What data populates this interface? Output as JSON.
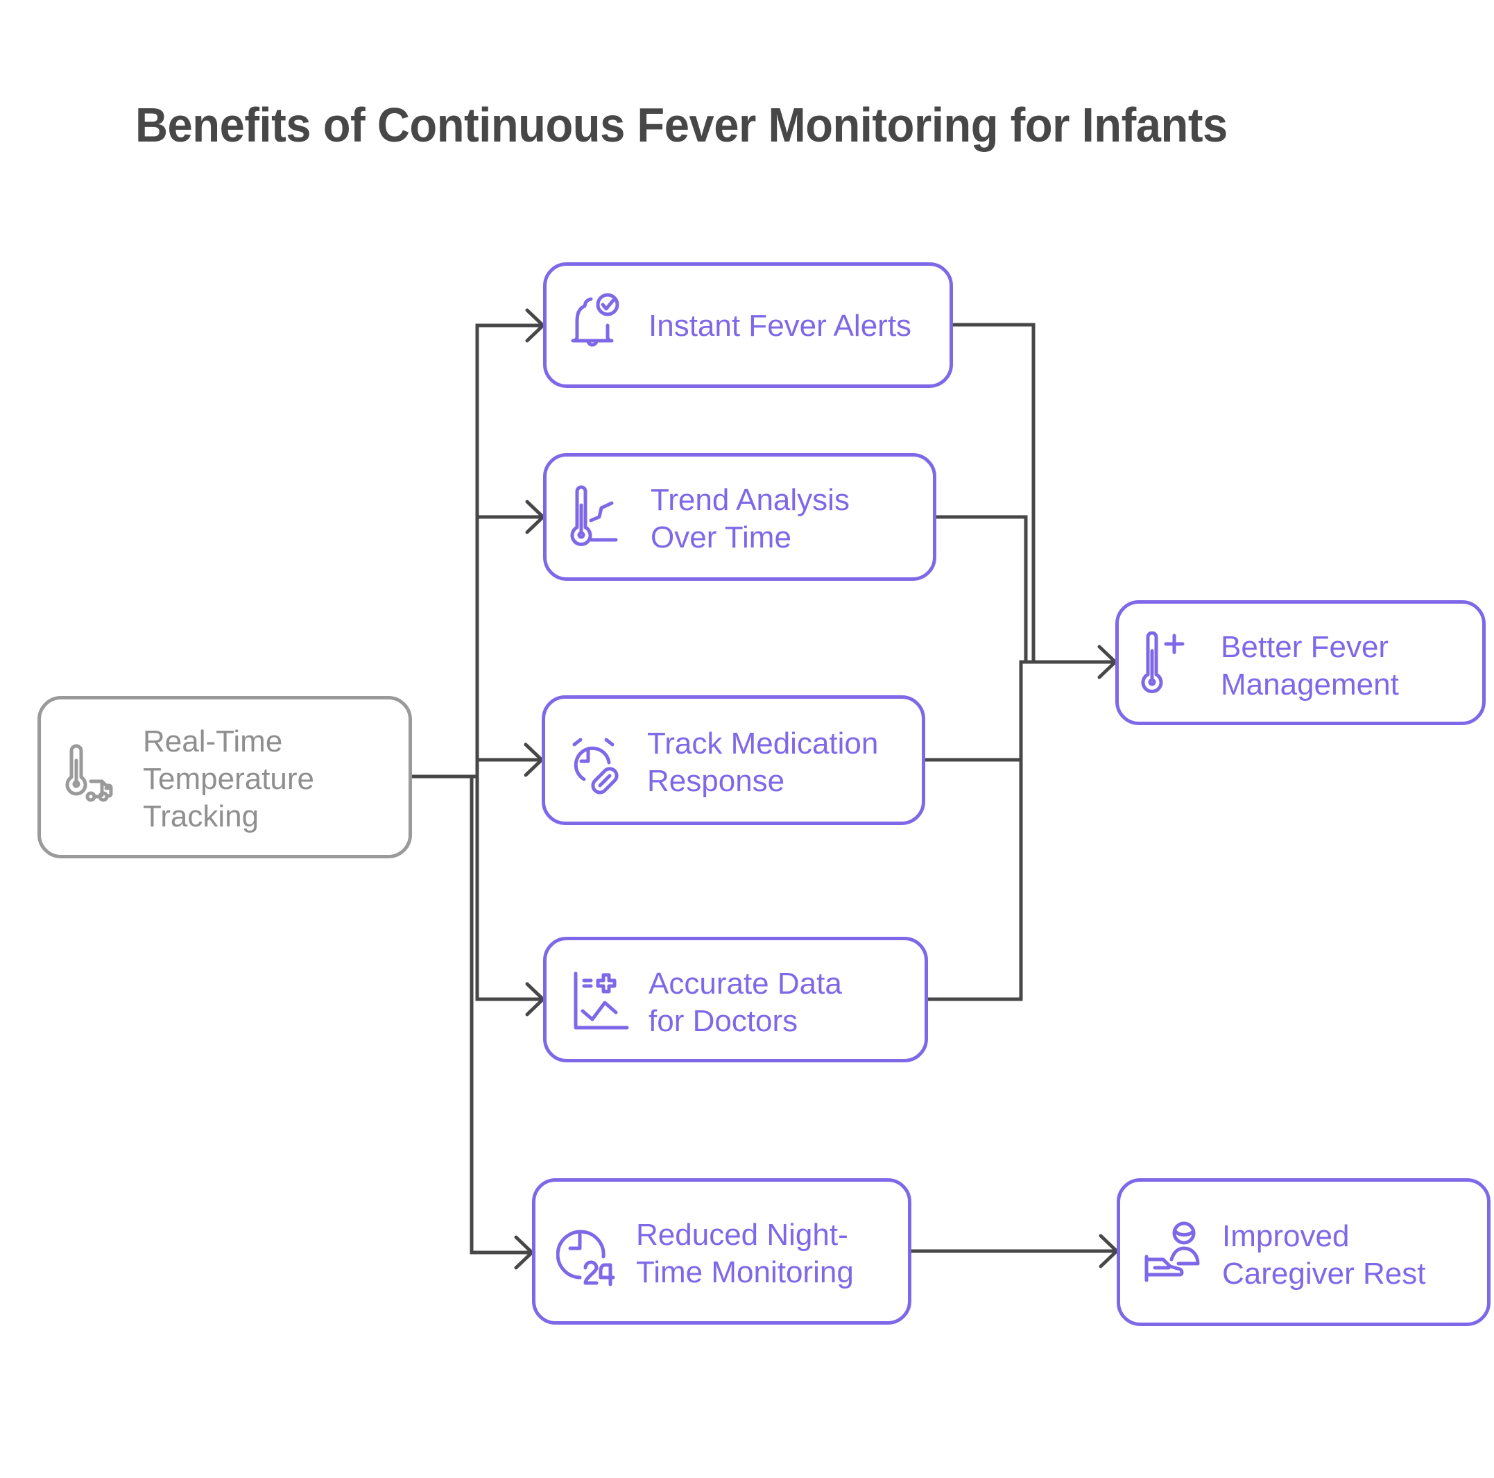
{
  "title": "Benefits of Continuous Fever Monitoring for Infants",
  "colors": {
    "accent": "#7f68e8",
    "source": "#9a9a9a",
    "connector": "#474747",
    "title": "#474747"
  },
  "nodes": {
    "source": {
      "label": "Real-Time\nTemperature\nTracking",
      "icon": "thermometer-truck-icon"
    },
    "instant_alerts": {
      "label": "Instant Fever Alerts",
      "icon": "bell-check-icon"
    },
    "trend_analysis": {
      "label": "Trend Analysis\nOver Time",
      "icon": "thermometer-trend-icon"
    },
    "medication_response": {
      "label": "Track Medication\nResponse",
      "icon": "alarm-clock-pill-icon"
    },
    "accurate_data": {
      "label": "Accurate Data\nfor Doctors",
      "icon": "medical-chart-icon"
    },
    "night_monitoring": {
      "label": "Reduced Night-\nTime Monitoring",
      "icon": "clock-24-icon"
    },
    "fever_management": {
      "label": "Better Fever\nManagement",
      "icon": "thermometer-plus-icon"
    },
    "caregiver_rest": {
      "label": "Improved\nCaregiver Rest",
      "icon": "caregiver-rest-icon"
    }
  },
  "edges": [
    {
      "from": "Real-Time Temperature Tracking",
      "to": "Instant Fever Alerts"
    },
    {
      "from": "Real-Time Temperature Tracking",
      "to": "Trend Analysis Over Time"
    },
    {
      "from": "Real-Time Temperature Tracking",
      "to": "Track Medication Response"
    },
    {
      "from": "Real-Time Temperature Tracking",
      "to": "Accurate Data for Doctors"
    },
    {
      "from": "Real-Time Temperature Tracking",
      "to": "Reduced Night-Time Monitoring"
    },
    {
      "from": "Instant Fever Alerts",
      "to": "Better Fever Management"
    },
    {
      "from": "Trend Analysis Over Time",
      "to": "Better Fever Management"
    },
    {
      "from": "Track Medication Response",
      "to": "Better Fever Management"
    },
    {
      "from": "Accurate Data for Doctors",
      "to": "Better Fever Management"
    },
    {
      "from": "Reduced Night-Time Monitoring",
      "to": "Improved Caregiver Rest"
    }
  ]
}
